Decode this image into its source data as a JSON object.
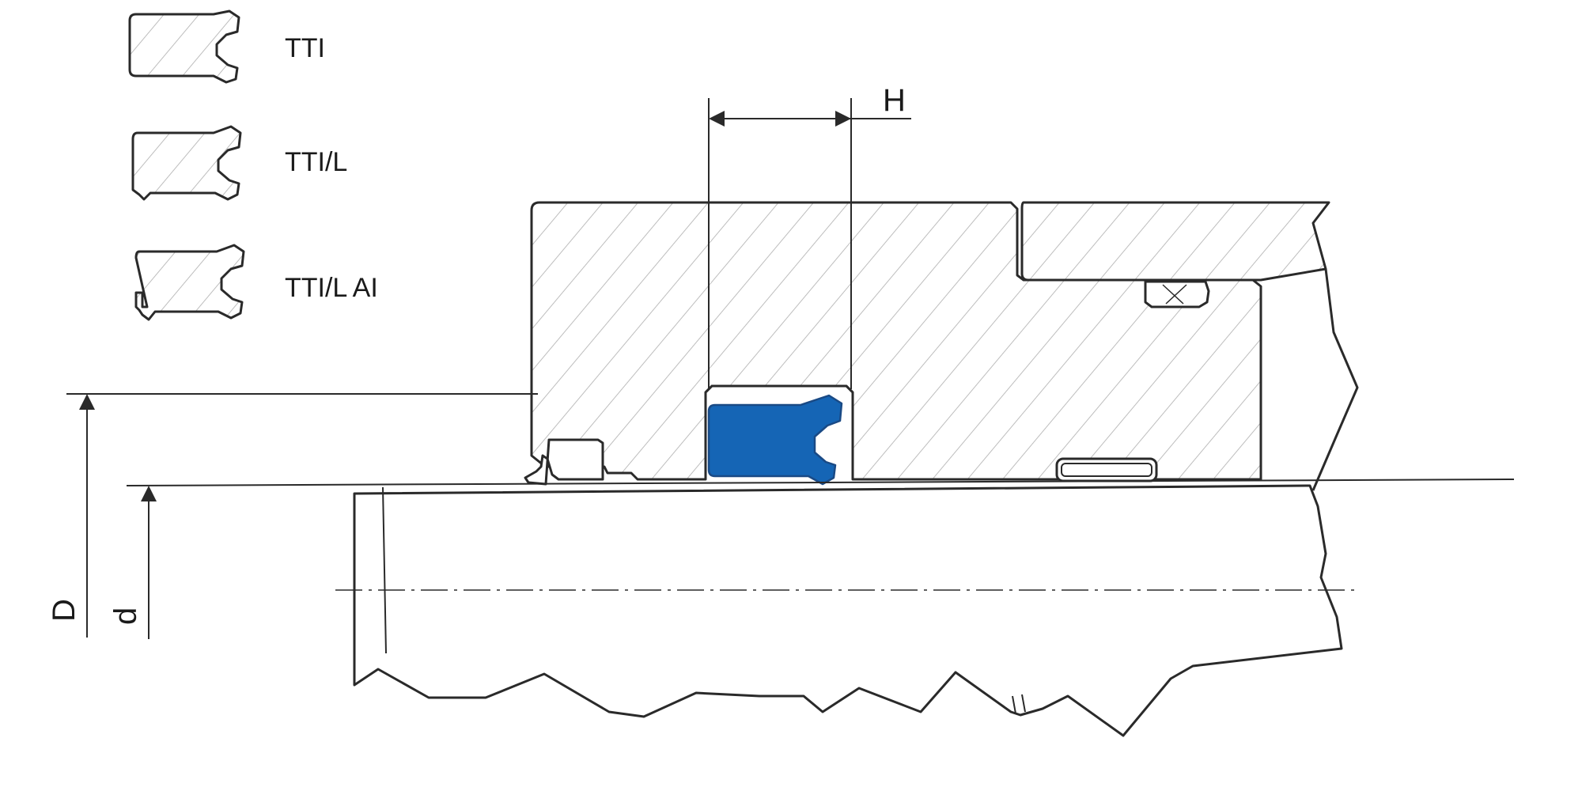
{
  "legend": {
    "items": [
      {
        "label": "TTI"
      },
      {
        "label": "TTI/L"
      },
      {
        "label": "TTI/L AI"
      }
    ]
  },
  "dimensions": {
    "height_label": "H",
    "outer_diameter_label": "D",
    "rod_diameter_label": "d"
  },
  "colors": {
    "seal": "#1565b5",
    "line": "#2a2a2a",
    "hatch": "#bdbdbd",
    "background": "#ffffff"
  }
}
